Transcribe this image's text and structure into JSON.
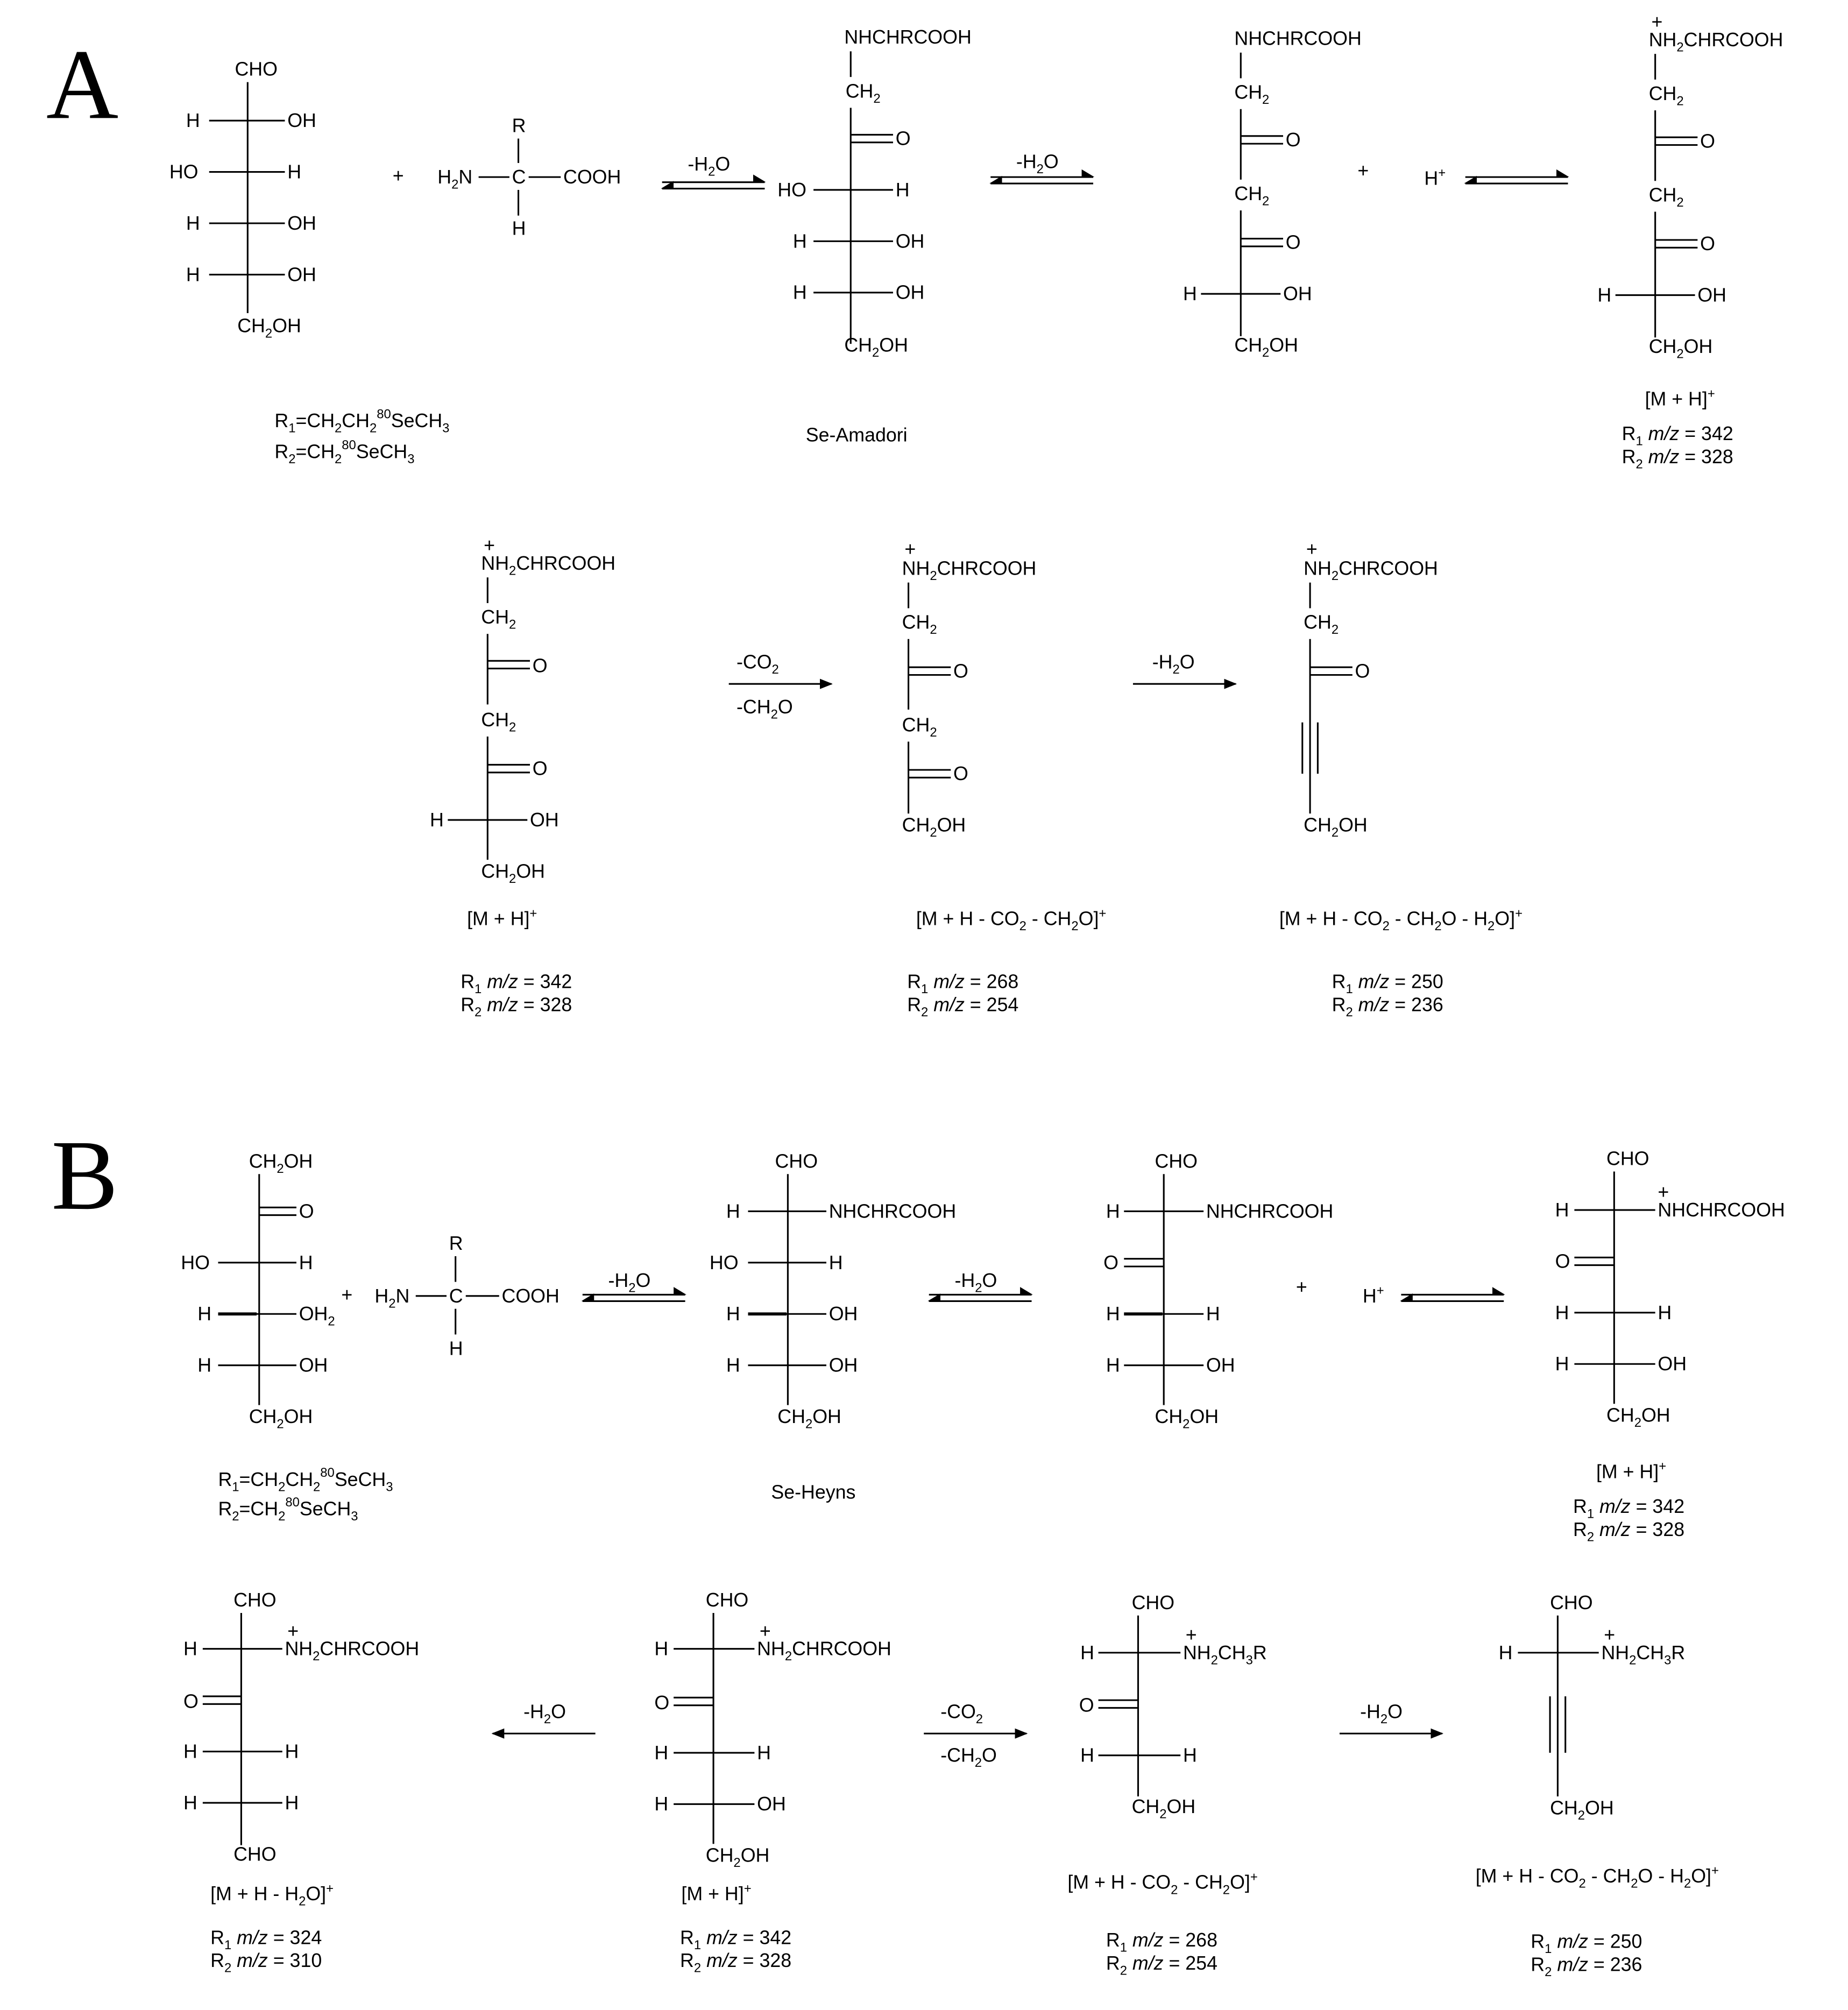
{
  "panels": [
    {
      "label": "A"
    },
    {
      "label": "B"
    }
  ],
  "labels": {
    "R1": "R1=CH2CH2 80SeCH3",
    "R2": "R2=CH2 80SeCH3",
    "se_amadori": "Se-Amadori",
    "se_heyns": "Se-Heyns"
  },
  "reagents": {
    "h_plus": "H+",
    "plus": "+"
  },
  "arrows": {
    "h2o": "-H2O",
    "co2": "-CO2",
    "ch2o": "-CH2O"
  },
  "ions": {
    "mh": "[M + H]+",
    "mh_h2o": "[M + H - H2O]+",
    "mh_co2_ch2o": "[M + H - CO2 - CH2O]+",
    "mh_co2_ch2o_h2o": "[M + H - CO2 - CH2O - H2O]+"
  },
  "mz": {
    "mh": {
      "r1": "342",
      "r2": "328"
    },
    "mh_h2o": {
      "r1": "324",
      "r2": "310"
    },
    "mh_co2_ch2o": {
      "r1": "268",
      "r2": "254"
    },
    "mh_co2_ch2o_h2o": {
      "r1": "250",
      "r2": "236"
    }
  }
}
